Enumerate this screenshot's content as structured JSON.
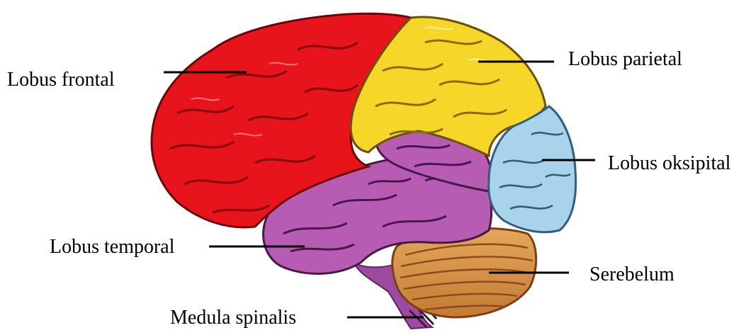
{
  "labels": {
    "frontal": "Lobus frontal",
    "parietal": "Lobus parietal",
    "occipital": "Lobus oksipital",
    "temporal": "Lobus temporal",
    "cerebellum": "Serebelum",
    "spinal": "Medula spinalis"
  },
  "colors": {
    "frontal": "#e8141c",
    "parietal": "#f7d62a",
    "occipital": "#a9d3ea",
    "temporal": "#b65cb3",
    "cerebellum": "#d79a4d",
    "brainstem": "#b65cb3",
    "leader": "#000000"
  }
}
